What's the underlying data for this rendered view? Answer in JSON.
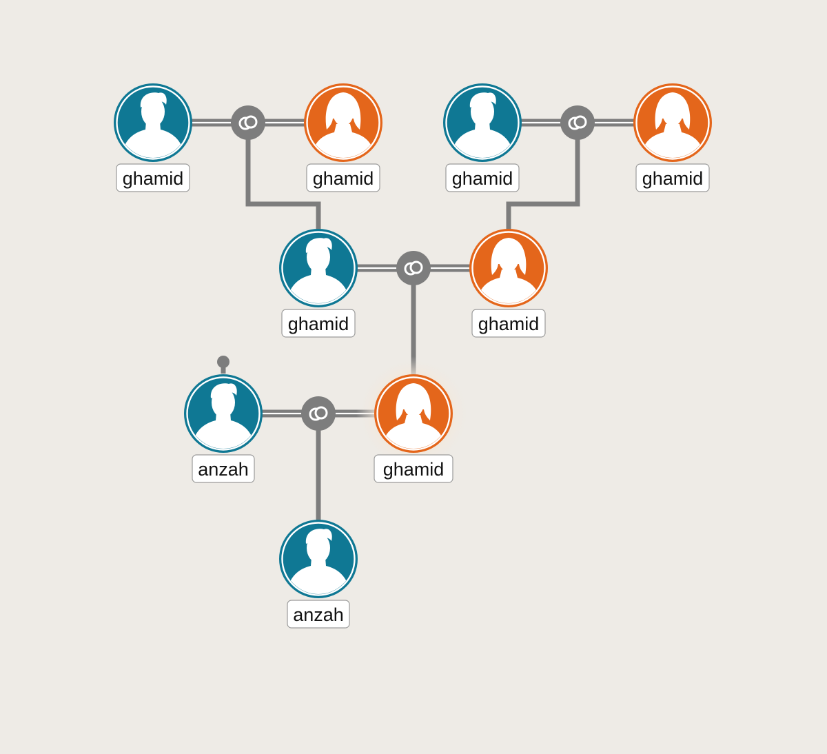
{
  "colors": {
    "background": "#eeebe6",
    "male": "#0f7894",
    "female": "#e4661b",
    "connector": "#7d7d7d",
    "icon_fill": "#ffffff"
  },
  "people": [
    {
      "id": "p1",
      "name": "ghamid",
      "gender": "male",
      "icon": "male-avatar-icon"
    },
    {
      "id": "p2",
      "name": "ghamid",
      "gender": "female",
      "icon": "female-avatar-icon"
    },
    {
      "id": "p3",
      "name": "ghamid",
      "gender": "male",
      "icon": "male-avatar-icon"
    },
    {
      "id": "p4",
      "name": "ghamid",
      "gender": "female",
      "icon": "female-avatar-icon"
    },
    {
      "id": "p5",
      "name": "ghamid",
      "gender": "male",
      "icon": "male-avatar-icon"
    },
    {
      "id": "p6",
      "name": "ghamid",
      "gender": "female",
      "icon": "female-avatar-icon"
    },
    {
      "id": "p7",
      "name": "anzah",
      "gender": "male",
      "icon": "male-avatar-icon",
      "has_parent_stub": true
    },
    {
      "id": "p8",
      "name": "ghamid",
      "gender": "female",
      "icon": "female-avatar-icon",
      "selected": true
    },
    {
      "id": "p9",
      "name": "anzah",
      "gender": "male",
      "icon": "male-avatar-icon"
    }
  ],
  "unions": [
    {
      "id": "u1",
      "partners": [
        "p1",
        "p2"
      ],
      "children": [
        "p5"
      ],
      "icon": "marriage-rings-icon"
    },
    {
      "id": "u2",
      "partners": [
        "p3",
        "p4"
      ],
      "children": [
        "p6"
      ],
      "icon": "marriage-rings-icon"
    },
    {
      "id": "u3",
      "partners": [
        "p5",
        "p6"
      ],
      "children": [
        "p8"
      ],
      "icon": "marriage-rings-icon"
    },
    {
      "id": "u4",
      "partners": [
        "p7",
        "p8"
      ],
      "children": [
        "p9"
      ],
      "icon": "marriage-rings-icon"
    }
  ]
}
